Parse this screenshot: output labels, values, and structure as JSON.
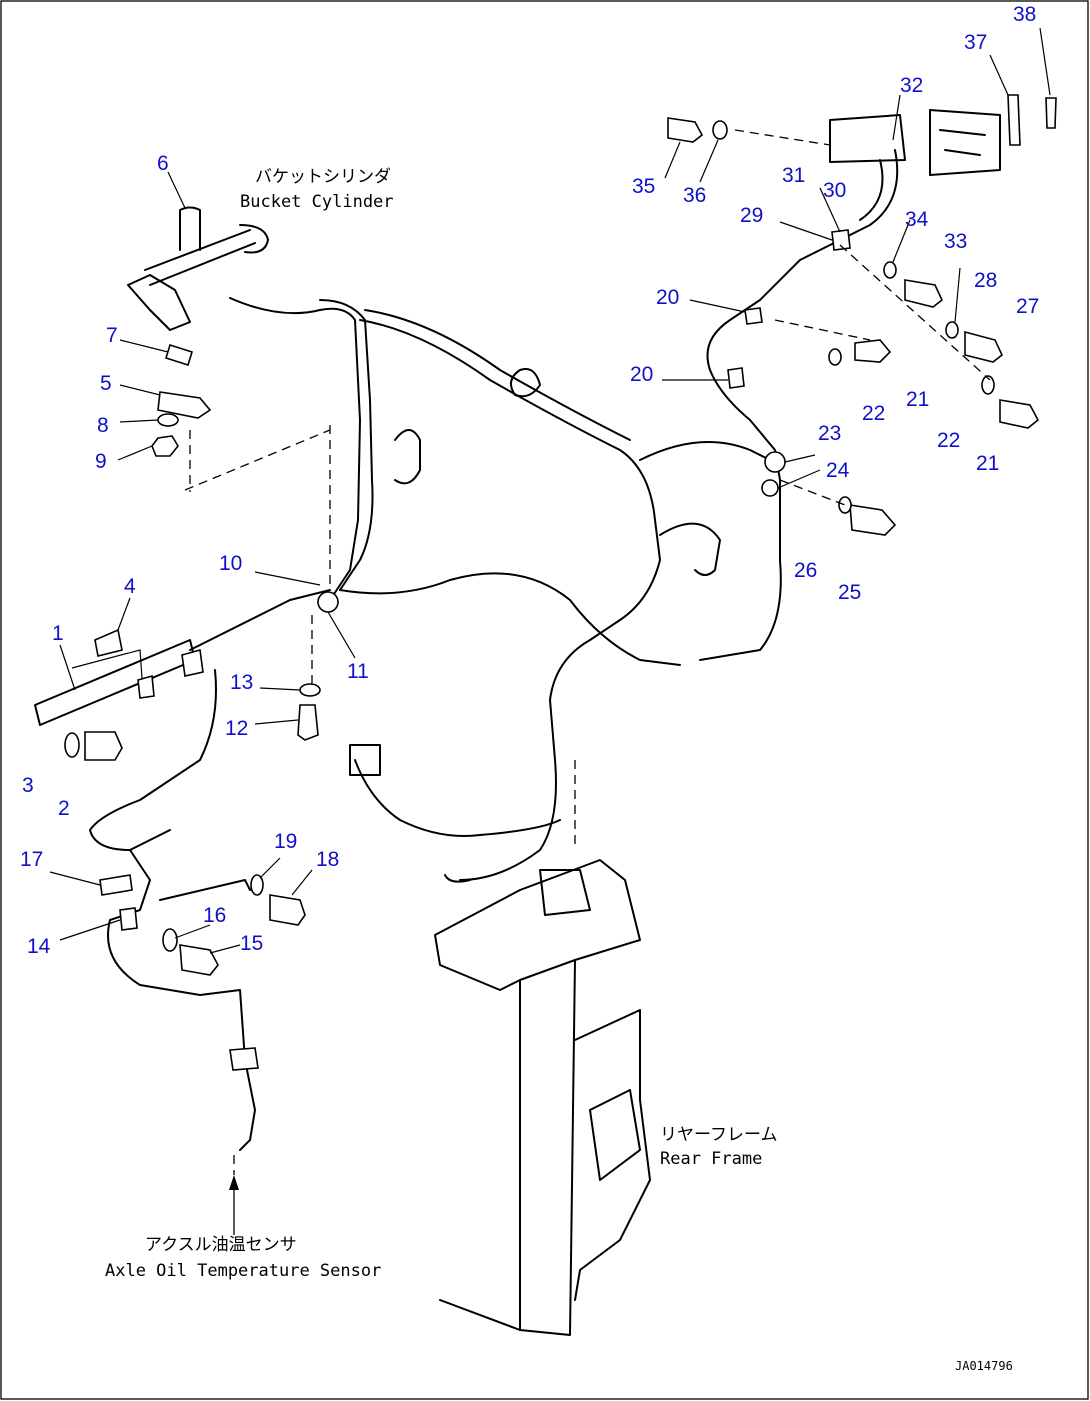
{
  "labels": {
    "bucket_cylinder_jp": "バケットシリンダ",
    "bucket_cylinder_en": "Bucket Cylinder",
    "rear_frame_jp": "リヤーフレーム",
    "rear_frame_en": "Rear Frame",
    "axle_sensor_jp": "アクスル油温センサ",
    "axle_sensor_en": "Axle Oil Temperature Sensor",
    "drawing_code": "JA014796"
  },
  "callouts": [
    "1",
    "2",
    "3",
    "4",
    "5",
    "6",
    "7",
    "8",
    "9",
    "10",
    "11",
    "12",
    "13",
    "14",
    "15",
    "16",
    "17",
    "18",
    "19",
    "20",
    "20",
    "21",
    "21",
    "22",
    "22",
    "23",
    "24",
    "25",
    "26",
    "27",
    "28",
    "29",
    "30",
    "31",
    "32",
    "33",
    "34",
    "35",
    "36",
    "37",
    "38"
  ],
  "colors": {
    "callout": "#1010c8",
    "line": "#000000"
  }
}
